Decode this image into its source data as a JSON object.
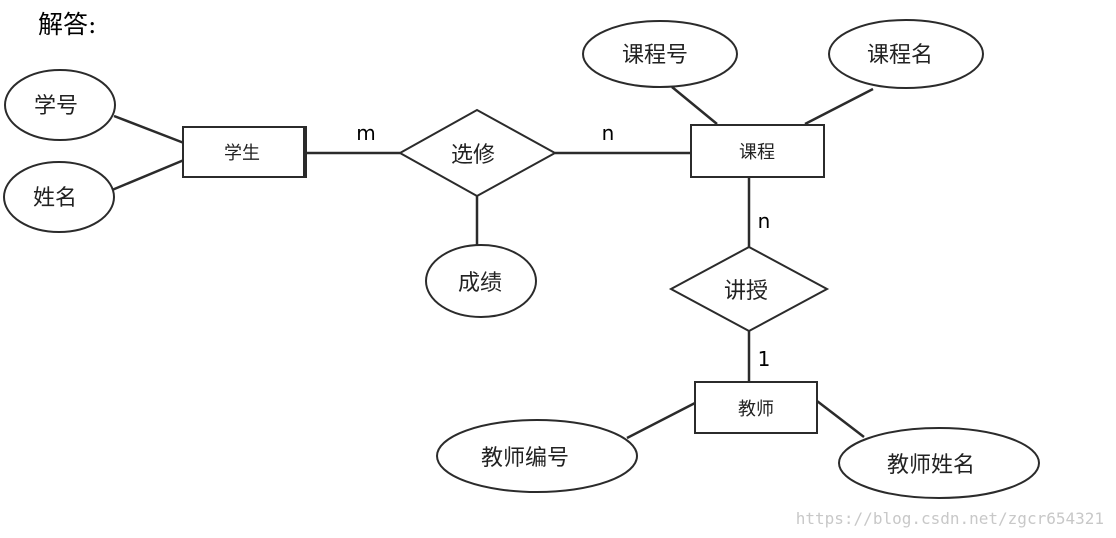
{
  "heading": "解答:",
  "watermark": "https://blog.csdn.net/zgcr654321",
  "entities": {
    "student": "学生",
    "course": "课程",
    "teacher": "教师"
  },
  "relationships": {
    "elective": "选修",
    "teach": "讲授"
  },
  "attributes": {
    "student_id": "学号",
    "student_name": "姓名",
    "grade": "成绩",
    "course_id": "课程号",
    "course_name": "课程名",
    "teacher_id": "教师编号",
    "teacher_name": "教师姓名"
  },
  "cardinalities": {
    "student_elective": "m",
    "elective_course": "n",
    "course_teach": "n",
    "teach_teacher": "1"
  },
  "colors": {
    "line": "#2b2b2b",
    "text": "#222222",
    "watermark": "#c8c8c8",
    "background": "#ffffff"
  }
}
